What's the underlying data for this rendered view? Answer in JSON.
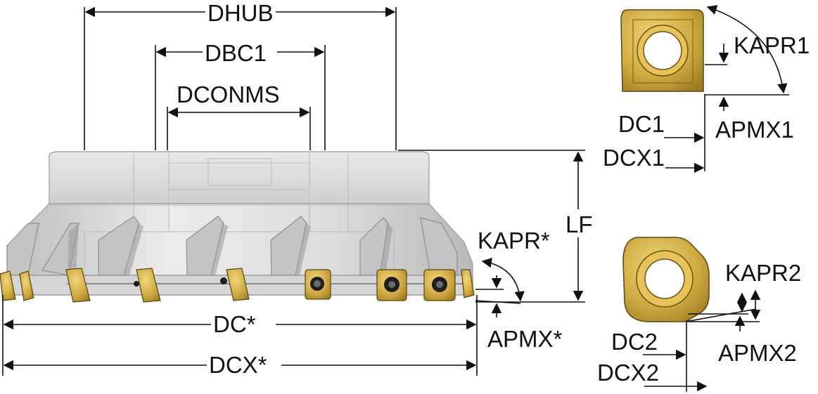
{
  "main_view": {
    "dim_hub": "DHUB",
    "dim_bolt_circle": "DBC1",
    "dim_connection": "DCONMS",
    "dim_length": "LF",
    "dim_cutting_dia": "DC*",
    "dim_max_dia": "DCX*",
    "dim_lead_angle": "KAPR*",
    "dim_depth": "APMX*"
  },
  "insert_1": {
    "lead_angle": "KAPR1",
    "depth": "APMX1",
    "cutting_dia": "DC1",
    "max_dia": "DCX1"
  },
  "insert_2": {
    "lead_angle": "KAPR2",
    "depth": "APMX2",
    "cutting_dia": "DC2",
    "max_dia": "DCX2"
  },
  "colors": {
    "body_gray": "#d9d9d9",
    "insert_gold": "#c9a437",
    "line": "#111111"
  }
}
